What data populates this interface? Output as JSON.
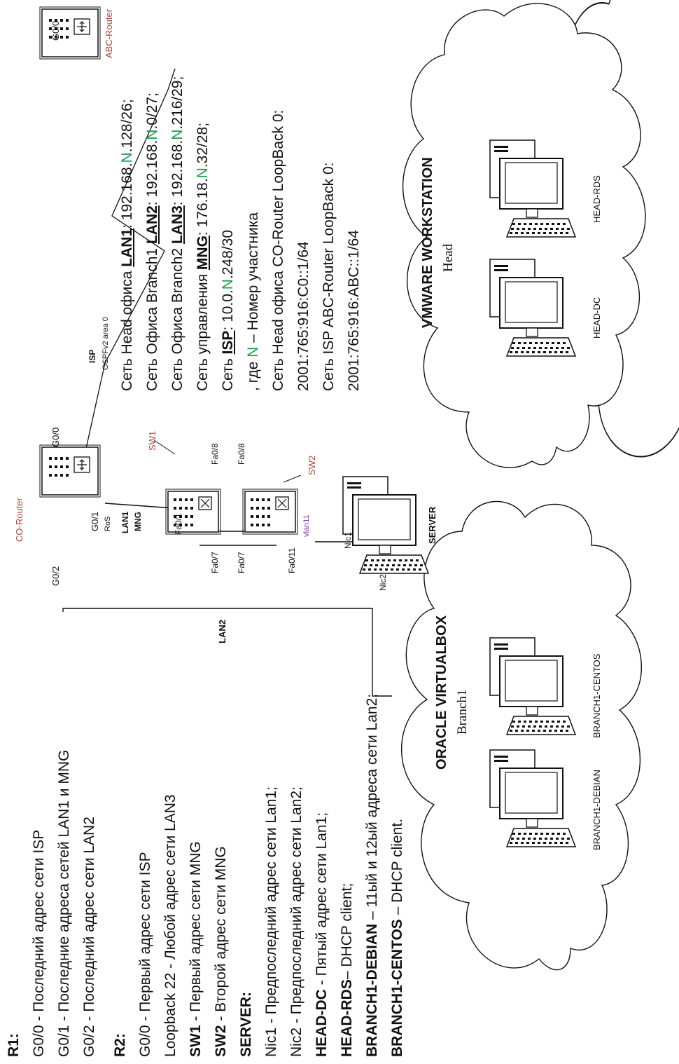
{
  "requirements": {
    "r1_title": "R1",
    "r1_title_suffix": ":",
    "r1_lines": [
      "G0/0 - Последний адрес сети ISP",
      "G0/1 - Последние адреса сетей LAN1 и MNG",
      "G0/2 - Последний адрес сети LAN2"
    ],
    "r2_title": "R2",
    "r2_title_suffix": ":",
    "r2_lines": [
      "G0/0 - Первый адрес сети ISP",
      "Loopback 22 - Любой адрес сети LAN3"
    ],
    "sw1": {
      "name": "SW1",
      "text": " - Первый адрес сети MNG"
    },
    "sw2": {
      "name": "SW2",
      "text": " - Второй адрес сети MNG"
    },
    "server_title": "SERVER:",
    "server_lines": [
      "Nic1 - Предпоследний адрес сети Lan1;",
      "Nic2 - Предпоследний адрес сети Lan2;"
    ],
    "head_dc": {
      "name": "HEAD-DC",
      "text": " - Пятый адрес сети Lan1;"
    },
    "head_rds": {
      "name": "HEAD-RDS",
      "text": "– DHCP client;"
    },
    "branch_debian": {
      "name": "BRANCH1-DEBIAN",
      "text": " – 11ый и 12ый адреса сети Lan2;"
    },
    "branch_centos": {
      "name": "BRANCH1-CENTOS",
      "text": " – DHCP client."
    }
  },
  "networks": {
    "isp_title": "ISP",
    "ospf_label": "OSPFv2 area 0",
    "lan1": {
      "prefix": "Сеть Head офиса ",
      "name": "LAN1",
      "a": ": 192.168.",
      "n": "N",
      "b": ".128/26;"
    },
    "lan2": {
      "prefix": "Сеть Офиса Branch1 ",
      "name": "LAN2",
      "a": ": 192.168.",
      "n": "N",
      "b": ".0/27;"
    },
    "lan3": {
      "prefix": "Сеть Офиса Branch2 ",
      "name": "LAN3",
      "a": ": 192.168.",
      "n": "N",
      "b": ".216/29;"
    },
    "mng": {
      "prefix": "Сеть управления ",
      "name": "MNG",
      "a": ": 176.18.",
      "n": "N",
      "b": ".32/28;"
    },
    "isp": {
      "prefix": "Сеть ",
      "name": "ISP",
      "a": ": 10.0.",
      "n": "N",
      "b": ".248/30"
    },
    "n_note": {
      "a": ", где ",
      "n": "N",
      "b": " – Номер участника"
    },
    "co_loopback_title": "Сеть Head офиса CO-Router LoopBack 0:",
    "co_loopback_addr": "2001:765:916:C0::1/64",
    "abc_loopback_title": "Сеть ISP ABC-Router LoopBack 0:",
    "abc_loopback_addr": "2001:765:916:ABC::1/64"
  },
  "devices": {
    "co_router": "CO-Router",
    "abc_router": "ABC-Router",
    "sw1": "SW1",
    "sw2": "SW2",
    "server": "SERVER",
    "head_dc": "HEAD-DC",
    "head_rds": "HEAD-RDS",
    "branch_debian": "BRANCH1-DEBIAN",
    "branch_centos": "BRANCH1-CENTOS"
  },
  "ports": {
    "co_g00": "G0/0",
    "co_g01": "G0/1",
    "co_g02": "G0/2",
    "abc_g00": "G0/0",
    "ros": "RoS",
    "lan1_mng_1": "LAN1",
    "lan1_mng_2": "MNG",
    "sw1_fa01": "Fa0/1",
    "sw1_fa07": "Fa0/7",
    "sw1_fa08": "Fa0/8",
    "sw2_fa07": "Fa0/7",
    "sw2_fa08": "Fa0/8",
    "sw2_fa011": "Fa0/11",
    "vlan11": "vlan11",
    "nic1": "Nic1",
    "nic2": "Nic2",
    "lan2_link": "LAN2"
  },
  "clouds": {
    "vmware_title": "VMWARE WORKSTATION",
    "vmware_sub": "Head",
    "vbox_title": "ORACLE VIRTUALBOX",
    "vbox_sub": "Branch1"
  },
  "colors": {
    "n_highlight": "#19a04b",
    "device_label": "#b0443a",
    "vlan_label": "#7a3fb0"
  }
}
